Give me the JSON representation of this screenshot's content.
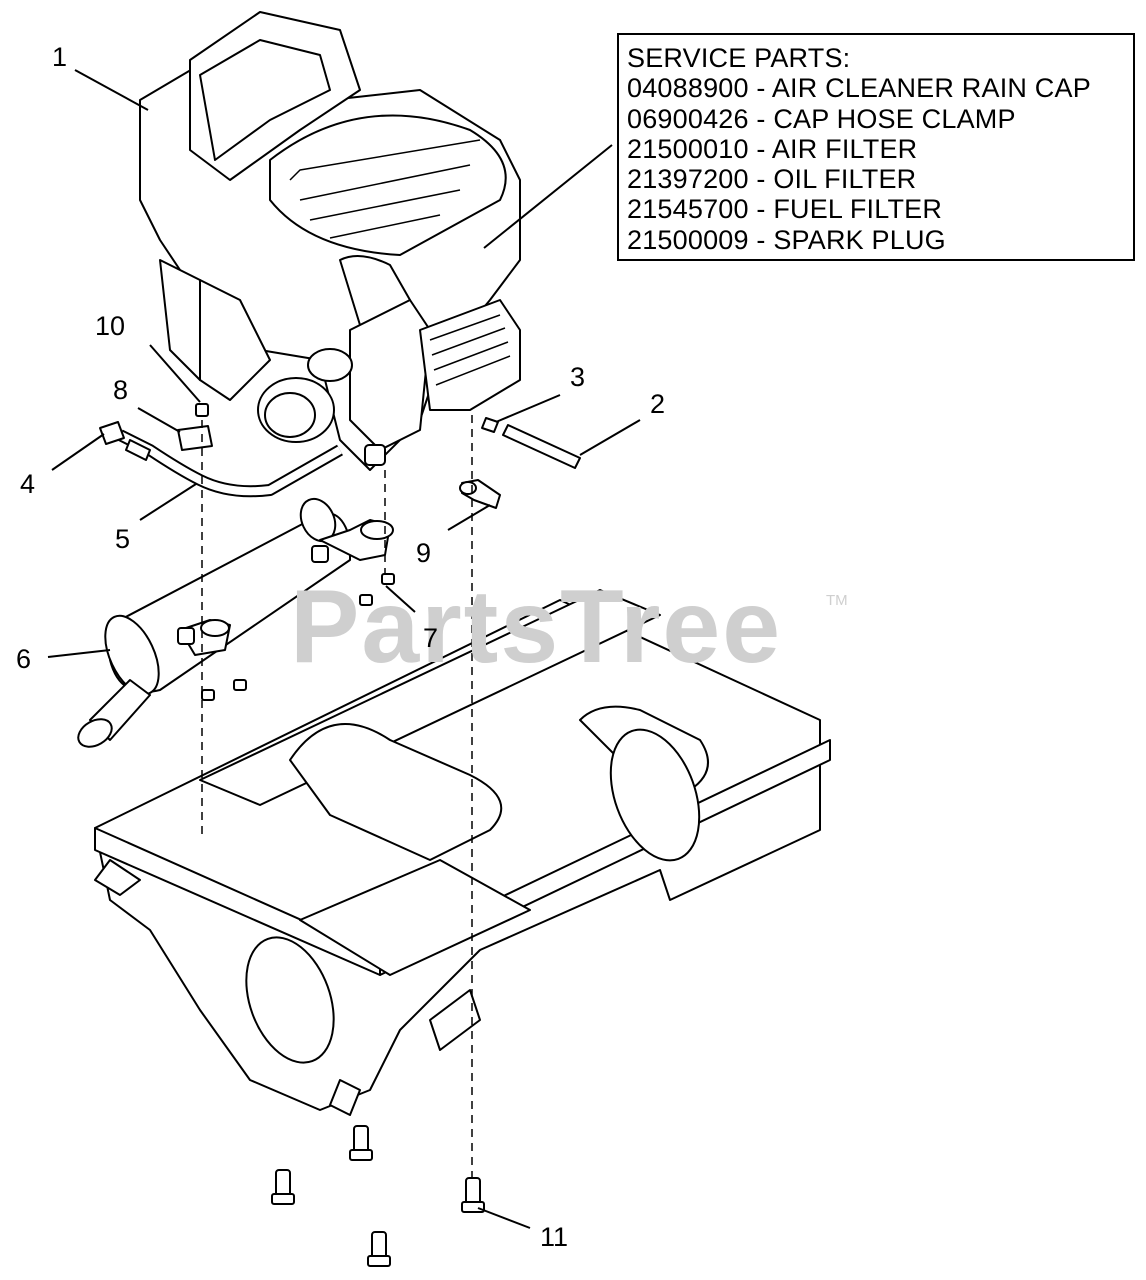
{
  "service_parts": {
    "title": "SERVICE PARTS:",
    "items": [
      "04088900 - AIR CLEANER RAIN CAP",
      "06900426 - CAP HOSE CLAMP",
      "21500010 - AIR FILTER",
      "21397200 - OIL FILTER",
      "21545700 - FUEL FILTER",
      "21500009 - SPARK PLUG"
    ]
  },
  "callouts": {
    "c1": "1",
    "c2": "2",
    "c3": "3",
    "c4": "4",
    "c5": "5",
    "c6": "6",
    "c7": "7",
    "c8": "8",
    "c9": "9",
    "c10": "10",
    "c11": "11"
  },
  "watermark": {
    "text": "PartsTree",
    "mark": "TM"
  },
  "colors": {
    "line": "#000000",
    "watermark": "#cfcfcf",
    "background": "#ffffff"
  }
}
